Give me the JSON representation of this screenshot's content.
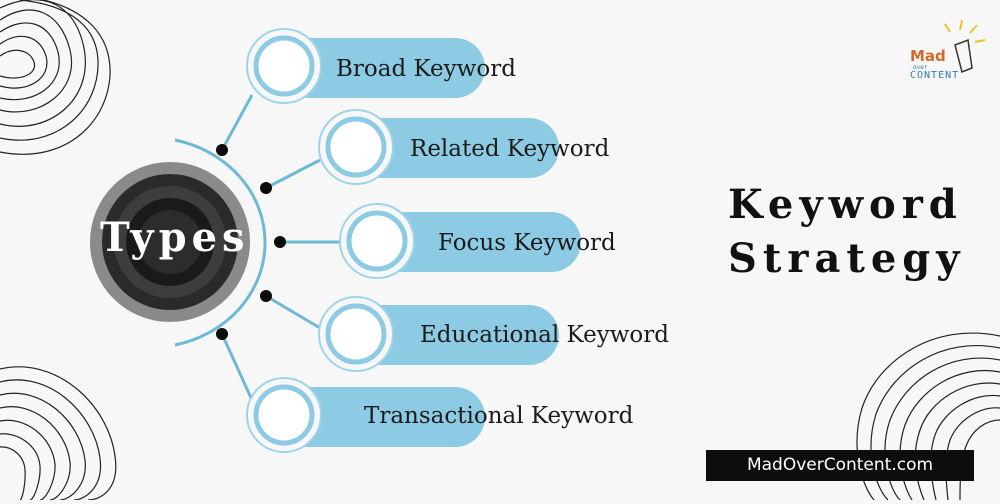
{
  "hub": {
    "label": "Types"
  },
  "branches": [
    {
      "label": "Broad Keyword"
    },
    {
      "label": "Related Keyword"
    },
    {
      "label": "Focus Keyword"
    },
    {
      "label": "Educational Keyword"
    },
    {
      "label": "Transactional Keyword"
    }
  ],
  "title": {
    "line1": "Keyword",
    "line2": "Strategy"
  },
  "footer": {
    "url": "MadOverContent.com"
  },
  "logo": {
    "mad": "Mad",
    "over": "over",
    "content": "CONTENT"
  },
  "colors": {
    "pill": "#8ccbe3",
    "pill_ring": "#9fd3e8",
    "connector": "#6fb8d6",
    "hub_dark": "#1a1a1a",
    "hub_mid": "#3a3a3a",
    "hub_light": "#8a8a8a",
    "footer_bg": "#0d0d0d"
  }
}
